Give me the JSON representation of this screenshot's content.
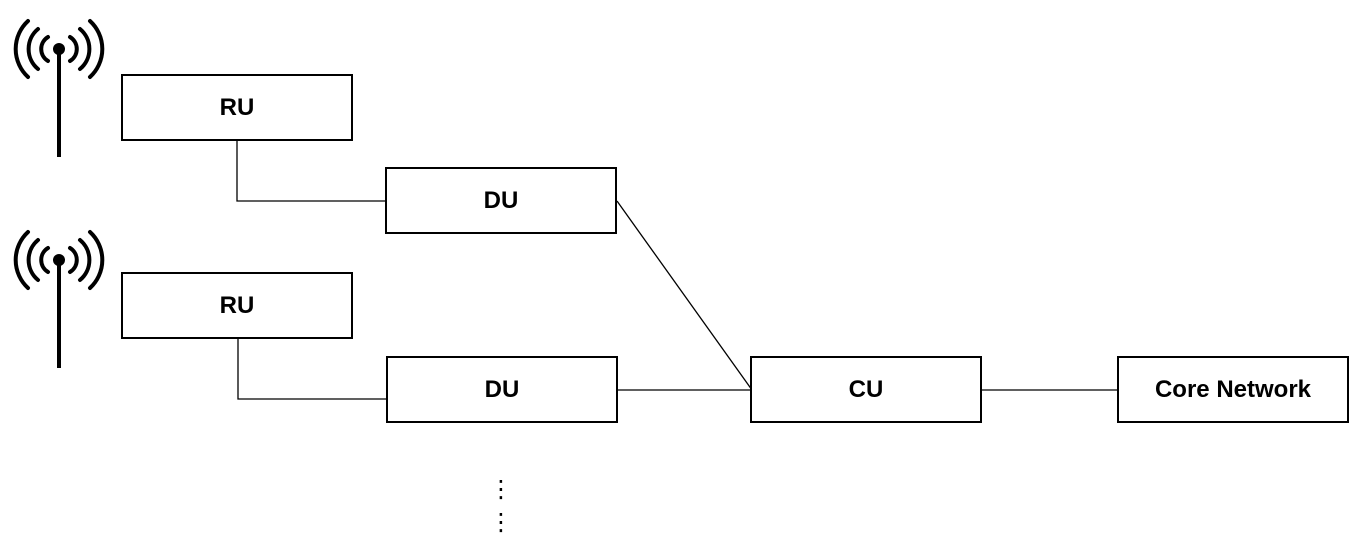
{
  "nodes": {
    "ru_top": "RU",
    "ru_bottom": "RU",
    "du_top": "DU",
    "du_bottom": "DU",
    "cu": "CU",
    "core": "Core Network"
  },
  "continuation": {
    "dots_1": "⋮",
    "dots_2": "⋮"
  },
  "icons": {
    "antenna": "antenna-icon"
  },
  "colors": {
    "stroke": "#000000",
    "background": "#ffffff"
  }
}
